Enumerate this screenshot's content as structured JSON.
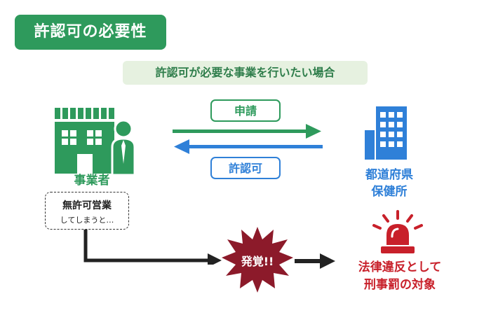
{
  "title": "許認可の必要性",
  "subtitle": "許認可が必要な事業を行いたい場合",
  "left_entity": "事業者",
  "right_entity": {
    "line1": "都道府県",
    "line2": "保健所"
  },
  "arrow_labels": {
    "application": "申請",
    "approval": "許認可"
  },
  "warning_box": {
    "line1": "無許可営業",
    "line2": "してしまうと…"
  },
  "burst_label": "発覚!!",
  "consequence": {
    "line1": "法律違反として",
    "line2": "刑事罰の対象"
  },
  "colors": {
    "green": "#2e9a5c",
    "blue": "#2f80d8",
    "red": "#c8202a",
    "dark_red": "#8c1a2a",
    "light_green": "#e6f1e0"
  },
  "icons": [
    "shop-with-person-icon",
    "government-building-icon",
    "siren-alarm-icon",
    "burst-icon"
  ]
}
